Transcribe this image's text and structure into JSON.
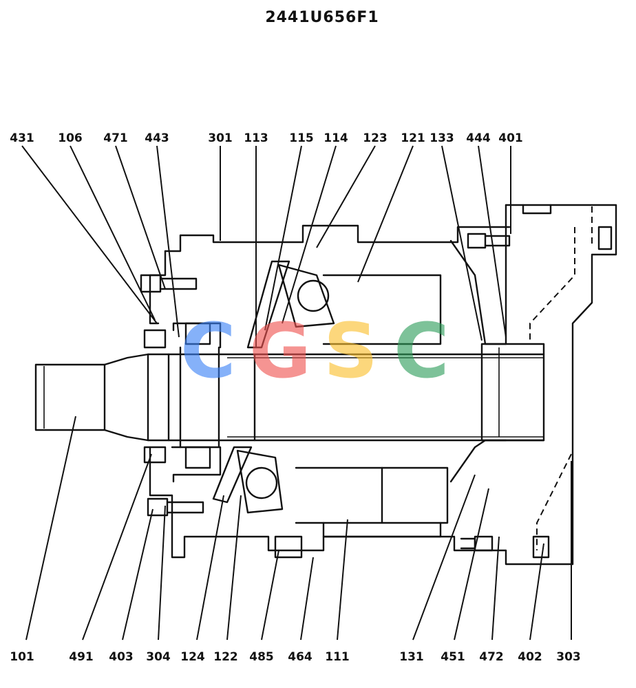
{
  "title": "2441U656F1",
  "watermark": {
    "letters": [
      "C",
      "G",
      "S",
      "C"
    ],
    "colors": [
      "#3b82f6",
      "#ef5350",
      "#fbc02d",
      "#2e9e5b"
    ]
  },
  "labels_top": [
    "431",
    "106",
    "471",
    "443",
    "301",
    "113",
    "115",
    "114",
    "123",
    "121",
    "133",
    "444",
    "401"
  ],
  "labels_bottom": [
    "101",
    "491",
    "403",
    "304",
    "124",
    "122",
    "485",
    "464",
    "111",
    "131",
    "451",
    "472",
    "402",
    "303"
  ]
}
